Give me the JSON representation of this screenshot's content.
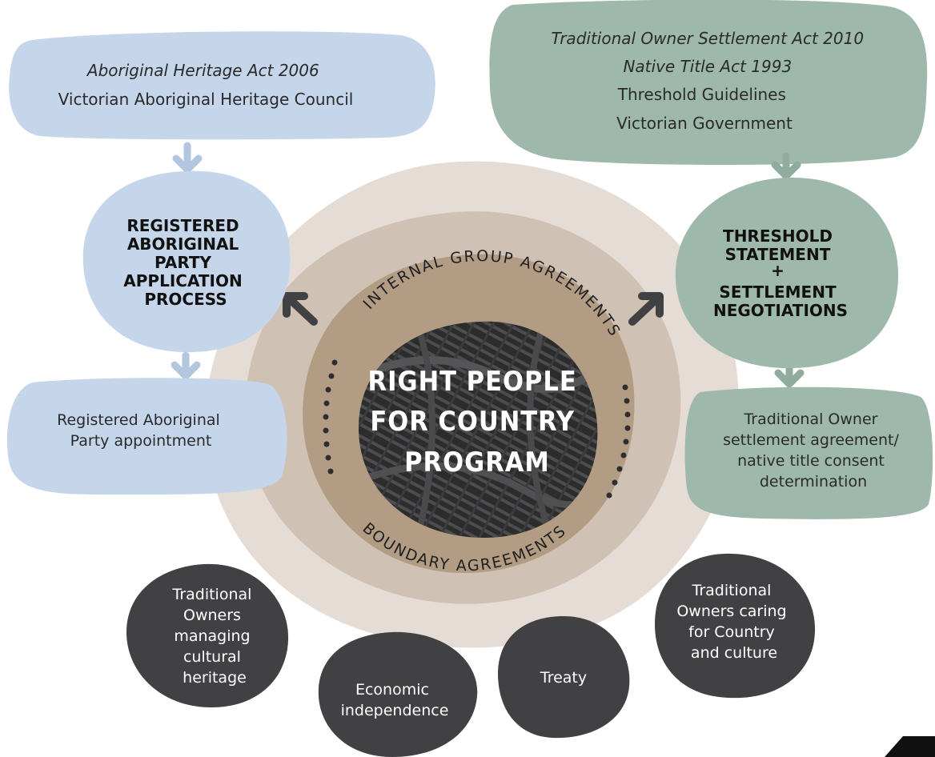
{
  "colors": {
    "blue": "#c5d5ea",
    "green": "#9fb8ac",
    "ring_outer": "#e6dcd6",
    "ring_mid": "#cfc1b4",
    "ring_inner": "#b39c84",
    "dark": "#414042",
    "white": "#ffffff"
  },
  "blue_top": {
    "line1": "Aboriginal Heritage Act 2006",
    "line2": "Victorian Aboriginal Heritage Council"
  },
  "green_top": {
    "line1": "Traditional Owner Settlement Act 2010",
    "line2": "Native Title Act 1993",
    "line3": "Threshold Guidelines",
    "line4": "Victorian Government"
  },
  "rap_process": {
    "lines": [
      "REGISTERED",
      "ABORIGINAL",
      "PARTY",
      "APPLICATION",
      "PROCESS"
    ]
  },
  "threshold": {
    "lines": [
      "THRESHOLD",
      "STATEMENT",
      "+",
      "SETTLEMENT",
      "NEGOTIATIONS"
    ]
  },
  "rap_appointment": {
    "lines": [
      "Registered Aboriginal",
      "Party appointment"
    ]
  },
  "settlement": {
    "lines": [
      "Traditional Owner",
      "settlement agreement/",
      "native title consent",
      "determination"
    ]
  },
  "center": {
    "lines": [
      "RIGHT PEOPLE",
      "FOR COUNTRY",
      "PROGRAM"
    ],
    "arc_top": "INTERNAL GROUP AGREEMENTS",
    "arc_bottom": "BOUNDARY AGREEMENTS"
  },
  "outcomes": {
    "heritage": [
      "Traditional",
      "Owners",
      "managing",
      "cultural",
      "heritage"
    ],
    "economic": [
      "Economic",
      "independence"
    ],
    "treaty": [
      "Treaty"
    ],
    "caring": [
      "Traditional",
      "Owners caring",
      "for Country",
      "and culture"
    ]
  }
}
